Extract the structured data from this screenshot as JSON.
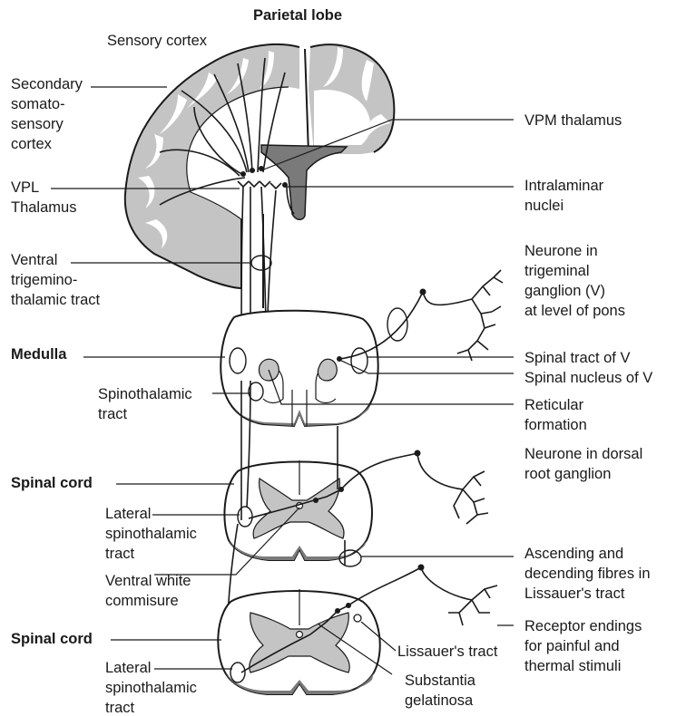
{
  "title": "Parietal lobe",
  "labels": {
    "sensory_cortex": "Sensory cortex",
    "secondary_somatosensory": [
      "Secondary",
      "somato-",
      "sensory",
      "cortex"
    ],
    "vpm_thalamus": "VPM thalamus",
    "vpl_thalamus": [
      "VPL",
      "Thalamus"
    ],
    "intralaminar_nuclei": [
      "Intralaminar",
      "nuclei"
    ],
    "ventral_trigeminothalamic": [
      "Ventral",
      "trigemino-",
      "thalamic tract"
    ],
    "neurone_trigeminal_ganglion": [
      "Neurone in",
      "trigeminal",
      "ganglion (V)",
      "at level of pons"
    ],
    "medulla": "Medulla",
    "spinal_tract_v": "Spinal tract of V",
    "spinal_nucleus_v": "Spinal nucleus of V",
    "spinothalamic_tract": [
      "Spinothalamic",
      "tract"
    ],
    "reticular_formation": [
      "Reticular",
      "formation"
    ],
    "spinal_cord_upper": "Spinal cord",
    "neurone_dorsal_root_ganglion": [
      "Neurone in dorsal",
      "root ganglion"
    ],
    "lateral_spinothalamic_upper": [
      "Lateral",
      "spinothalamic",
      "tract"
    ],
    "ventral_white_commisure": [
      "Ventral white",
      "commisure"
    ],
    "ascending_descending_fibres": [
      "Ascending and",
      "decending fibres in",
      "Lissauer's tract"
    ],
    "spinal_cord_lower": "Spinal cord",
    "receptor_endings": [
      "Receptor endings",
      "for painful and",
      "thermal stimuli"
    ],
    "lissauers_tract": "Lissauer's tract",
    "lateral_spinothalamic_lower": [
      "Lateral",
      "spinothalamic",
      "tract"
    ],
    "substantia_gelatinosa": [
      "Substantia",
      "gelatinosa"
    ]
  },
  "colors": {
    "ink": "#1a1a1a",
    "grey_matter": "#c4c4c4",
    "dark_grey": "#7a7a7a",
    "white_matter": "#ffffff"
  }
}
